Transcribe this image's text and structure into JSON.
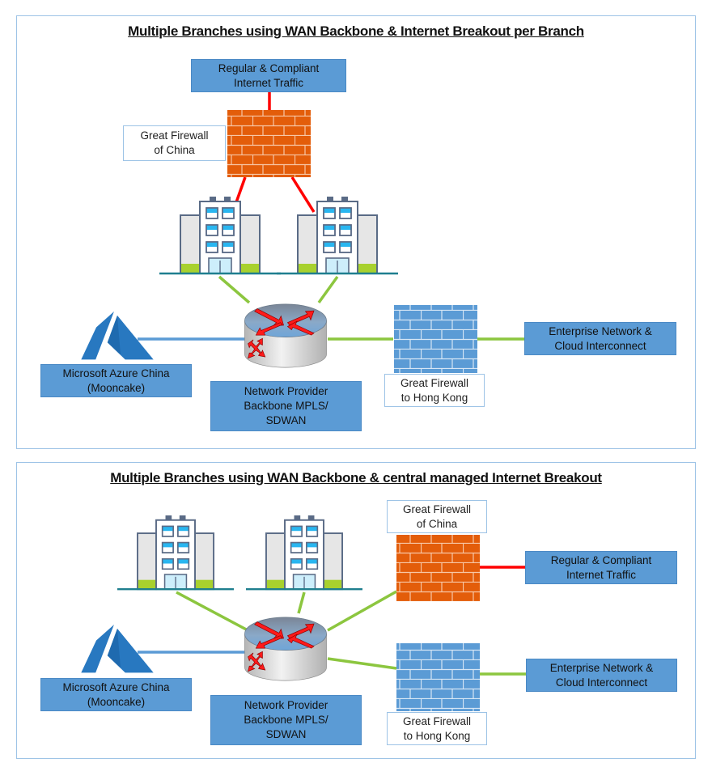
{
  "colors": {
    "panel_border": "#9dc3e6",
    "label_blue": "#5b9bd5",
    "firewall_china": "#e35d0a",
    "firewall_hk": "#5b9bd5",
    "link_red": "#ff0000",
    "link_green": "#8cc63f",
    "link_blue": "#5b9bd5",
    "azure_blue": "#2878c0"
  },
  "panels": [
    {
      "title": "Multiple Branches using WAN Backbone & Internet Breakout per Branch",
      "labels": {
        "internet": "Regular & Compliant\nInternet Traffic",
        "gfw_china": "Great Firewall\nof China",
        "azure": "Microsoft Azure China\n(Mooncake)",
        "network_provider": "Network Provider\nBackbone MPLS/\nSDWAN",
        "gfw_hk": "Great Firewall\nto Hong Kong",
        "enterprise": "Enterprise Network &\nCloud Interconnect"
      },
      "icons": [
        "firewall-china-icon",
        "building-icon",
        "building-icon",
        "router-icon",
        "azure-logo-icon",
        "firewall-hongkong-icon"
      ]
    },
    {
      "title": "Multiple Branches using WAN Backbone & central managed Internet Breakout",
      "labels": {
        "gfw_china": "Great Firewall\nof China",
        "internet": "Regular & Compliant\nInternet Traffic",
        "azure": "Microsoft Azure China\n(Mooncake)",
        "network_provider": "Network Provider\nBackbone MPLS/\nSDWAN",
        "gfw_hk": "Great Firewall\nto Hong Kong",
        "enterprise": "Enterprise Network &\nCloud Interconnect"
      },
      "icons": [
        "building-icon",
        "building-icon",
        "firewall-china-icon",
        "router-icon",
        "azure-logo-icon",
        "firewall-hongkong-icon"
      ]
    }
  ]
}
